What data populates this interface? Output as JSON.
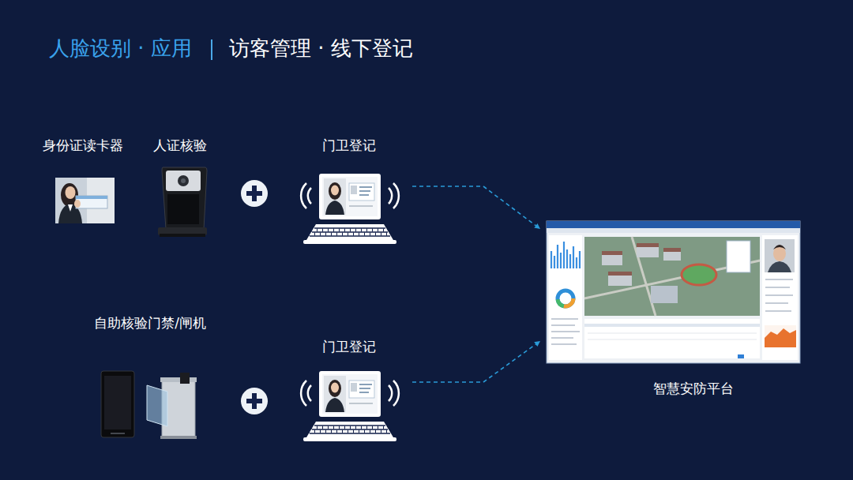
{
  "diagram": {
    "title": "人脸设别 · 应用",
    "nodes": [
      {
        "text": [
          "身份证读卡器"
        ]
      },
      {
        "text": [
          "人证核验"
        ]
      },
      {
        "text": [
          "门卫登记"
        ]
      },
      {
        "text": [
          "自助核验门禁/闸机"
        ]
      },
      {
        "text": [
          "门卫登记"
        ]
      },
      {
        "text": [
          "智慧安防平台"
        ]
      }
    ],
    "edges": [
      {
        "from": 2,
        "to": 5,
        "arrow": "to"
      },
      {
        "from": 4,
        "to": 5,
        "arrow": "to"
      }
    ],
    "labels": [
      "访客管理 · 线下登记"
    ]
  }
}
